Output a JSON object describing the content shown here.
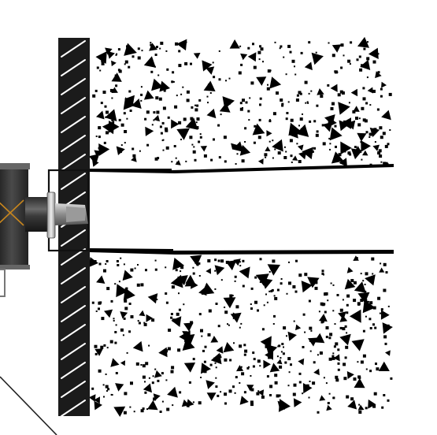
{
  "diagram": {
    "view": "cross-section",
    "components": [
      {
        "id": "wall",
        "icon": "hatched-wall-icon"
      },
      {
        "id": "upper-fill",
        "icon": "speckled-fill-icon"
      },
      {
        "id": "lower-fill",
        "icon": "speckled-fill-icon"
      },
      {
        "id": "channel",
        "icon": "open-channel-icon"
      },
      {
        "id": "fitting",
        "icon": "pipe-fitting-icon"
      },
      {
        "id": "detail-box",
        "icon": "detail-frame-icon"
      }
    ],
    "colors": {
      "background": "#ffffff",
      "ink": "#000000",
      "wall": "#1b1b1b",
      "fitting_dark": "#2b2b2b",
      "fitting_mid": "#6e6e6e",
      "accent_cross": "#c8861e"
    }
  }
}
